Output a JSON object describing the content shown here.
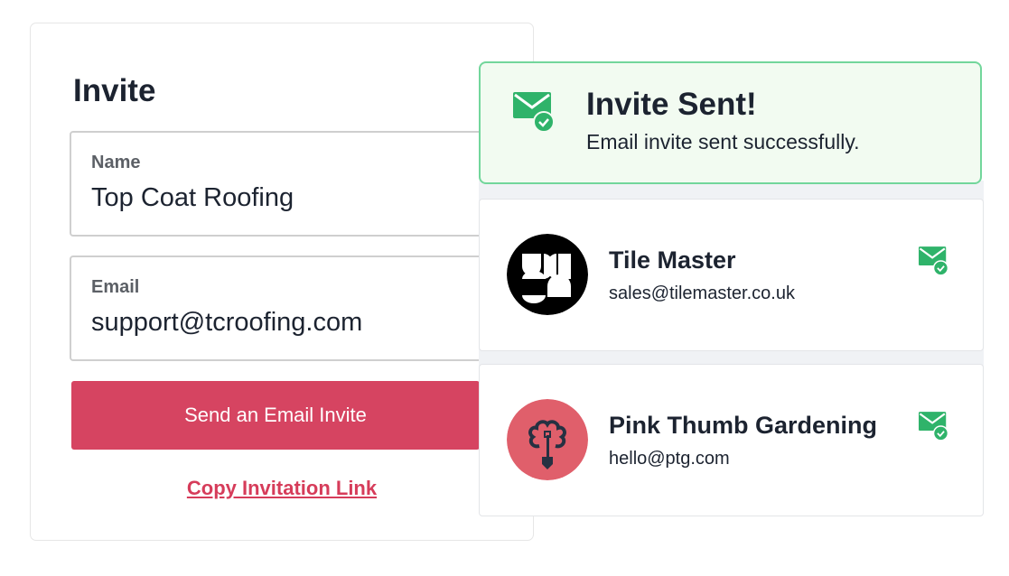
{
  "invite_form": {
    "title": "Invite",
    "name_label": "Name",
    "name_value": "Top  Coat Roofing",
    "email_label": "Email",
    "email_value": "support@tcroofing.com",
    "send_button": "Send an Email Invite",
    "copy_link": "Copy Invitation Link"
  },
  "toast": {
    "title": "Invite Sent!",
    "message": "Email invite sent successfully.",
    "icon": "mail-check-icon"
  },
  "contacts": [
    {
      "name": "Tile Master",
      "email": "sales@tilemaster.co.uk",
      "status_icon": "mail-check-icon"
    },
    {
      "name": "Pink Thumb Gardening",
      "email": "hello@ptg.com",
      "status_icon": "mail-check-icon"
    }
  ],
  "colors": {
    "accent": "#d64461",
    "success": "#2fb36a"
  }
}
